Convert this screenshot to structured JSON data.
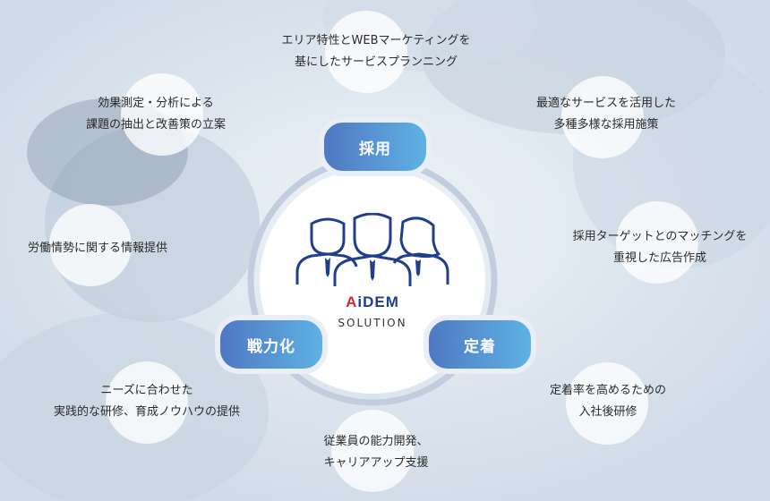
{
  "center": {
    "brand_accent": "A",
    "brand_rest": "iDEM",
    "subtitle": "SOLUTION"
  },
  "pills": {
    "top": "採用",
    "left": "戦力化",
    "right": "定着"
  },
  "items": [
    {
      "line1": "エリア特性とWEBマーケティングを",
      "line2": "基にしたサービスプランニング"
    },
    {
      "line1": "最適なサービスを活用した",
      "line2": "多種多様な採用施策"
    },
    {
      "line1": "採用ターゲットとのマッチングを",
      "line2": "重視した広告作成"
    },
    {
      "line1": "定着率を高めるための",
      "line2": "入社後研修"
    },
    {
      "line1": "従業員の能力開発、",
      "line2": "キャリアアップ支援"
    },
    {
      "line1": "ニーズに合わせた",
      "line2": "実践的な研修、育成ノウハウの提供"
    },
    {
      "line1": "労働情勢に関する情報提供",
      "line2": ""
    },
    {
      "line1": "効果測定・分析による",
      "line2": "課題の抽出と改善策の立案"
    }
  ],
  "colors": {
    "pill_start": "#4f78c2",
    "pill_end": "#5fb2e4",
    "brand_blue": "#1f3f8e",
    "brand_red": "#d8262f",
    "ring": "#c3cde0"
  }
}
